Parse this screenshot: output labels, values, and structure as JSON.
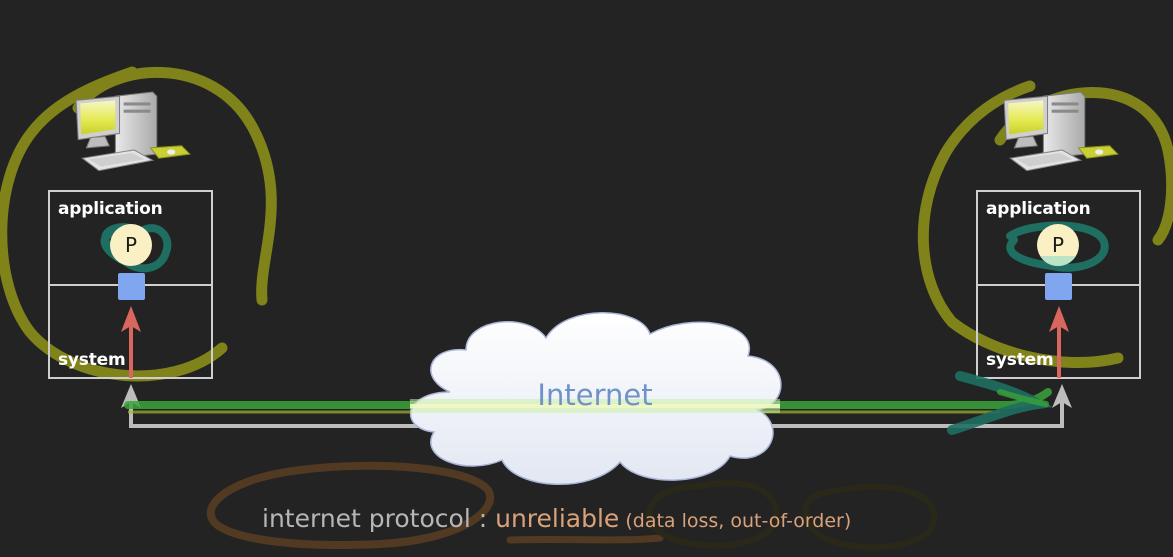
{
  "left_host": {
    "application_label": "application",
    "system_label": "system",
    "process_label": "P"
  },
  "right_host": {
    "application_label": "application",
    "system_label": "system",
    "process_label": "P"
  },
  "network": {
    "cloud_label": "Internet"
  },
  "caption": {
    "subject": "internet protocol",
    "separator": " : ",
    "property": "unreliable",
    "detail": " (data loss, out-of-order)"
  },
  "colors": {
    "background": "#232323",
    "annotation_olive": "#8b8d1a",
    "annotation_teal": "#1f6e62",
    "annotation_brown": "#6b4a2e",
    "packet_path_green": "#3aa33a",
    "up_arrow_red": "#d9665f",
    "process_circle": "#fbefc4",
    "socket_square": "#7fa6ee",
    "cloud_fill": "#f1f4fa",
    "internet_text": "#6f93c9",
    "caption_gray": "#b6b6b6",
    "caption_orange": "#d9a27a"
  },
  "icons": [
    "desktop-computer-icon",
    "desktop-computer-icon",
    "cloud-icon"
  ]
}
